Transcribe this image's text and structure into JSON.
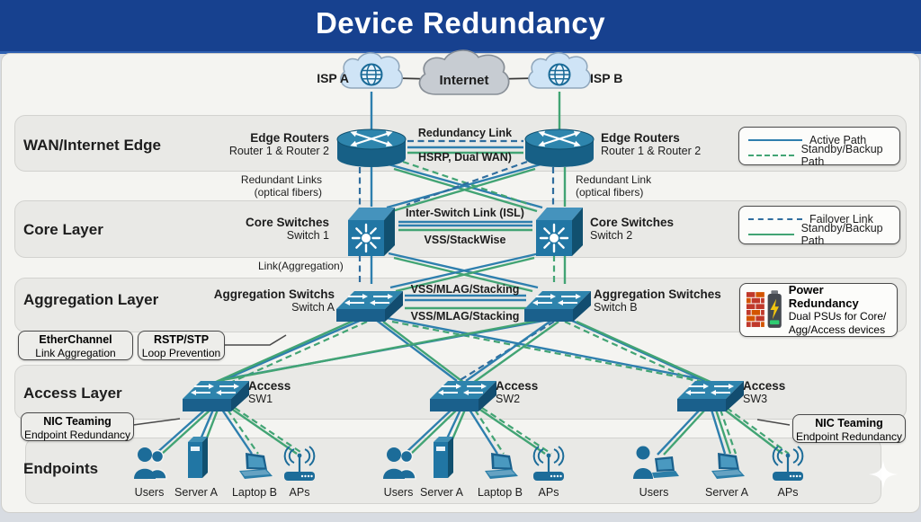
{
  "header": {
    "title": "Device Redundancy"
  },
  "colors": {
    "header_bg": "#17418f",
    "canvas_bg": "#f4f4f1",
    "band_bg": "#e9e9e6",
    "device_teal": "#1c6c99",
    "active_path_blue": "#2e7fae",
    "standby_green": "#42a474",
    "failover_dashed_blue": "#2f6d9e",
    "internet_link_black": "#3a3a3a"
  },
  "internet_row": {
    "isp_a": "ISP A",
    "internet": "Internet",
    "isp_b": "ISP B"
  },
  "layers": {
    "wan": "WAN/Internet Edge",
    "core": "Core Layer",
    "aggregation": "Aggregation Layer",
    "access": "Access Layer",
    "endpoints": "Endpoints"
  },
  "wan": {
    "router_left": [
      "Edge Routers",
      "Router 1 & Router 2"
    ],
    "router_right": [
      "Edge Routers",
      "Router 1 & Router 2"
    ],
    "link_top": "Redundancy Link",
    "link_bottom": "HSRP, Dual WAN)"
  },
  "wan_core_notes": {
    "left": [
      "Redundant Links",
      "(optical fibers)"
    ],
    "right": [
      "Redundant Link",
      "(optical fibers)"
    ]
  },
  "core": {
    "switch_left": [
      "Core Switches",
      "Switch 1"
    ],
    "switch_right": [
      "Core Switches",
      "Switch 2"
    ],
    "link_top": "Inter-Switch Link (ISL)",
    "link_bottom": "VSS/StackWise",
    "below_note": "Link(Aggregation)"
  },
  "aggregation": {
    "switch_left": [
      "Aggregation Switchs",
      "Switch A"
    ],
    "switch_right": [
      "Aggregation Switches",
      "Switch B"
    ],
    "link_top": "VSS/MLAG/Stacking",
    "link_bottom": "VSS/MLAG/Stacking"
  },
  "access": {
    "sw1": [
      "Access",
      "SW1"
    ],
    "sw2": [
      "Access",
      "SW2"
    ],
    "sw3": [
      "Access",
      "SW3"
    ]
  },
  "endpoints": {
    "group1": [
      "Users",
      "Server A",
      "Laptop B",
      "APs"
    ],
    "group2": [
      "Users",
      "Server A",
      "Laptop B",
      "APs"
    ],
    "group3": [
      "Users",
      "Server A",
      "APs"
    ]
  },
  "legends": {
    "wan": [
      {
        "label": "Active Path",
        "style": "solid-blue"
      },
      {
        "label": "Standby/Backup Path",
        "style": "dashed-green"
      }
    ],
    "core": [
      {
        "label": "Failover Link",
        "style": "dashed-blue"
      },
      {
        "label": "Standby/Backup Path",
        "style": "solid-green"
      }
    ]
  },
  "callouts": {
    "etherchannel": [
      "EtherChannel",
      "Link Aggregation"
    ],
    "rstp": [
      "RSTP/STP",
      "Loop Prevention"
    ],
    "nic_left": [
      "NIC Teaming",
      "Endpoint Redundancy"
    ],
    "nic_right": [
      "NIC Teaming",
      "Endpoint Redundancy"
    ],
    "power": [
      "Power Redundancy",
      "Dual PSUs for Core/",
      "Agg/Access devices"
    ]
  }
}
